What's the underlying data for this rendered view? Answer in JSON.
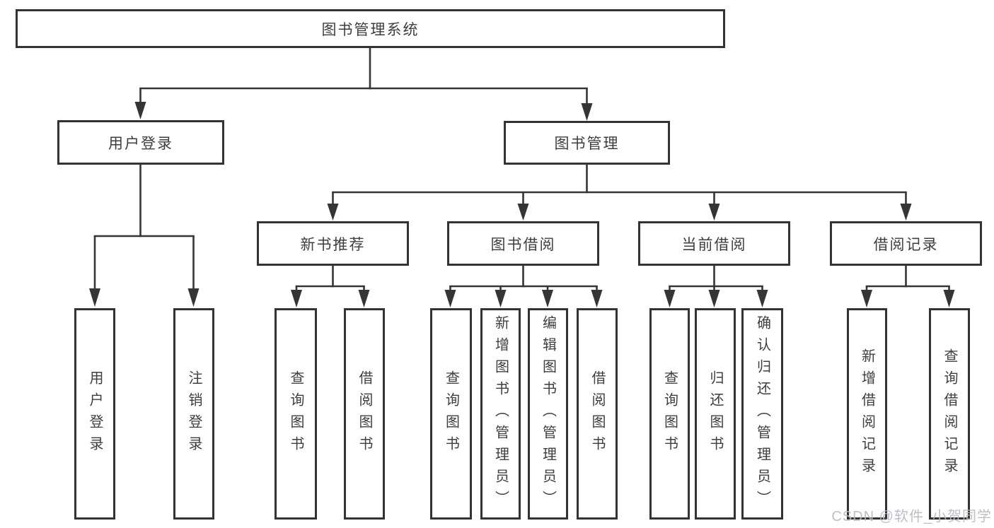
{
  "tree": {
    "label": "图书管理系统",
    "children": [
      {
        "label": "用户登录",
        "children": [
          {
            "label": "用户登录"
          },
          {
            "label": "注销登录"
          }
        ]
      },
      {
        "label": "图书管理",
        "children": [
          {
            "label": "新书推荐",
            "children": [
              {
                "label": "查询图书"
              },
              {
                "label": "借阅图书"
              }
            ]
          },
          {
            "label": "图书借阅",
            "children": [
              {
                "label": "查询图书"
              },
              {
                "label": "新增图书（管理员）"
              },
              {
                "label": "编辑图书（管理员）"
              },
              {
                "label": "借阅图书"
              }
            ]
          },
          {
            "label": "当前借阅",
            "children": [
              {
                "label": "查询图书"
              },
              {
                "label": "归还图书"
              },
              {
                "label": "确认归还（管理员）"
              }
            ]
          },
          {
            "label": "借阅记录",
            "children": [
              {
                "label": "新增借阅记录"
              },
              {
                "label": "查询借阅记录"
              }
            ]
          }
        ]
      }
    ]
  },
  "watermark": {
    "text": "CSDN @软件_小贺同学"
  },
  "colors": {
    "line": "#353535",
    "box_border": "#333333",
    "text": "#3e3e3e",
    "watermark": "#b9bac1",
    "background": "#ffffff"
  }
}
